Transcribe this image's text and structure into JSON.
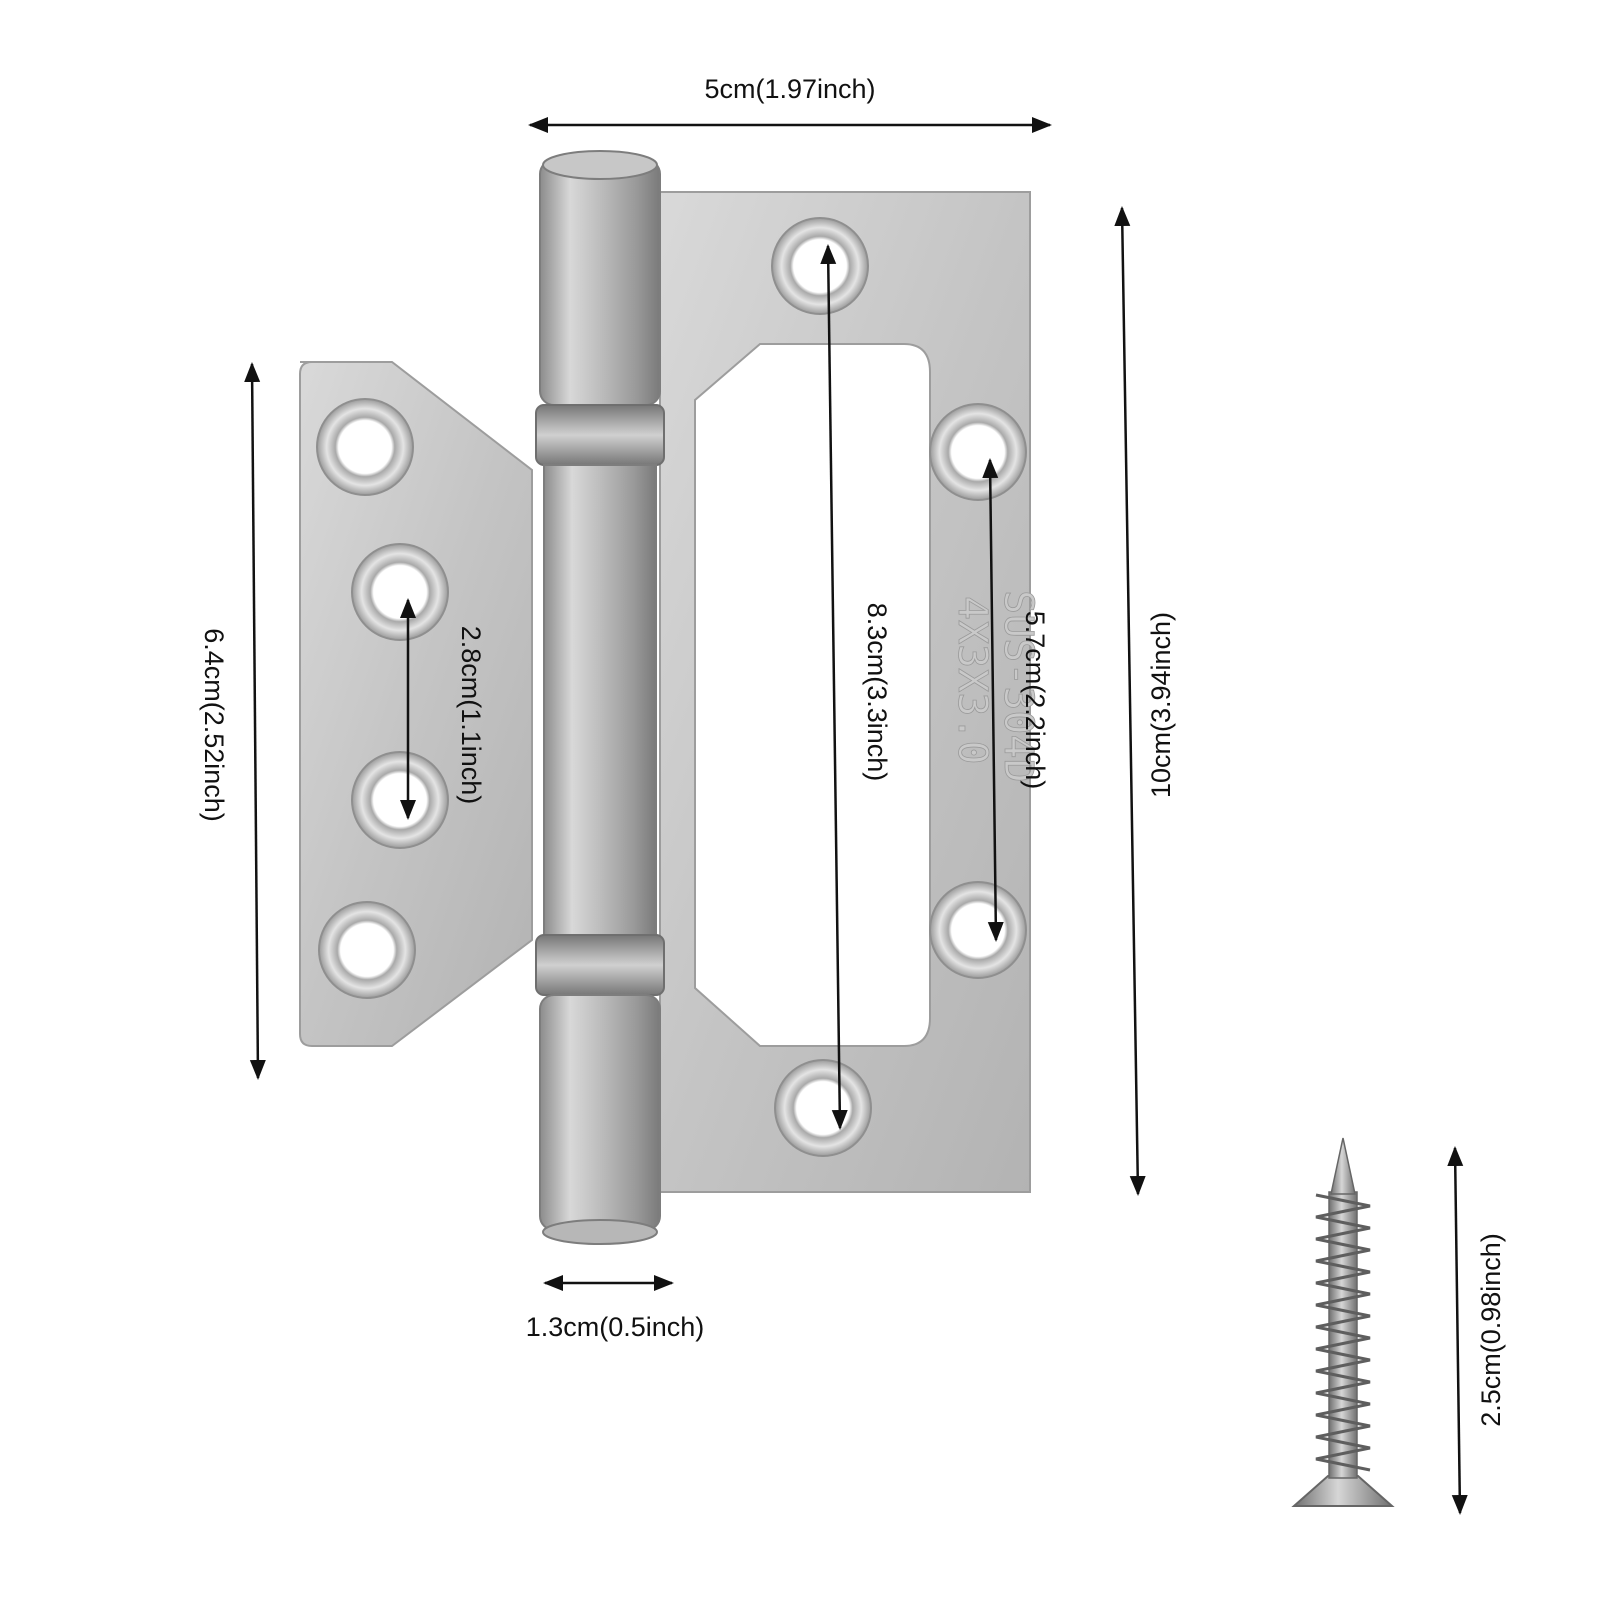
{
  "image": {
    "subject": "Stainless steel flush door hinge with screw, annotated dimensions",
    "colors": {
      "steel": "#c8c8c8",
      "steel_dark": "#8e8e8e",
      "arrow": "#111111",
      "background": "#ffffff"
    }
  },
  "dimensions": {
    "overall_width": "5cm(1.97inch)",
    "overall_height": "10cm(3.94inch)",
    "small_leaf_height": "6.4cm(2.52inch)",
    "small_leaf_hole_spacing": "2.8cm(1.1inch)",
    "large_leaf_outer_hole_spacing": "8.3cm(3.3inch)",
    "large_leaf_inner_hole_spacing": "5.7cm(2.2inch)",
    "knuckle_width": "1.3cm(0.5inch)",
    "screw_length": "2.5cm(0.98inch)"
  },
  "stamp": {
    "line1": "SUS-304D",
    "line2": "4X3X3.0"
  }
}
